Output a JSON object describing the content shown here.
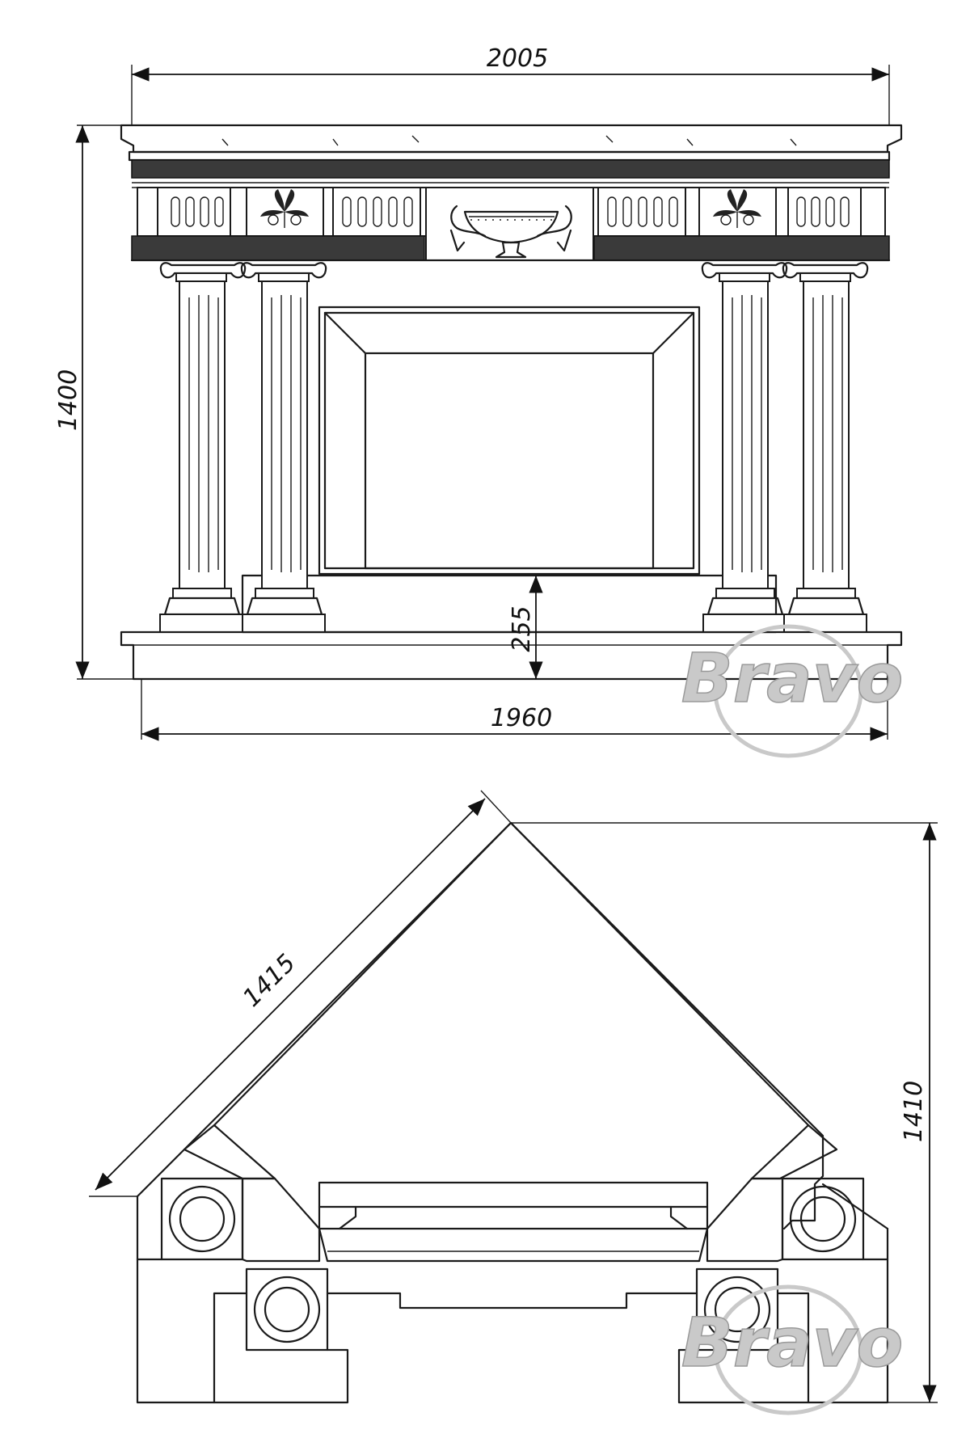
{
  "front_view": {
    "dimensions": {
      "overall_width": "2005",
      "height": "1400",
      "hearth_height": "255",
      "base_width": "1960"
    }
  },
  "plan_view": {
    "dimensions": {
      "side_length": "1415",
      "depth": "1410"
    }
  },
  "watermark": {
    "brand": "Bravo"
  }
}
